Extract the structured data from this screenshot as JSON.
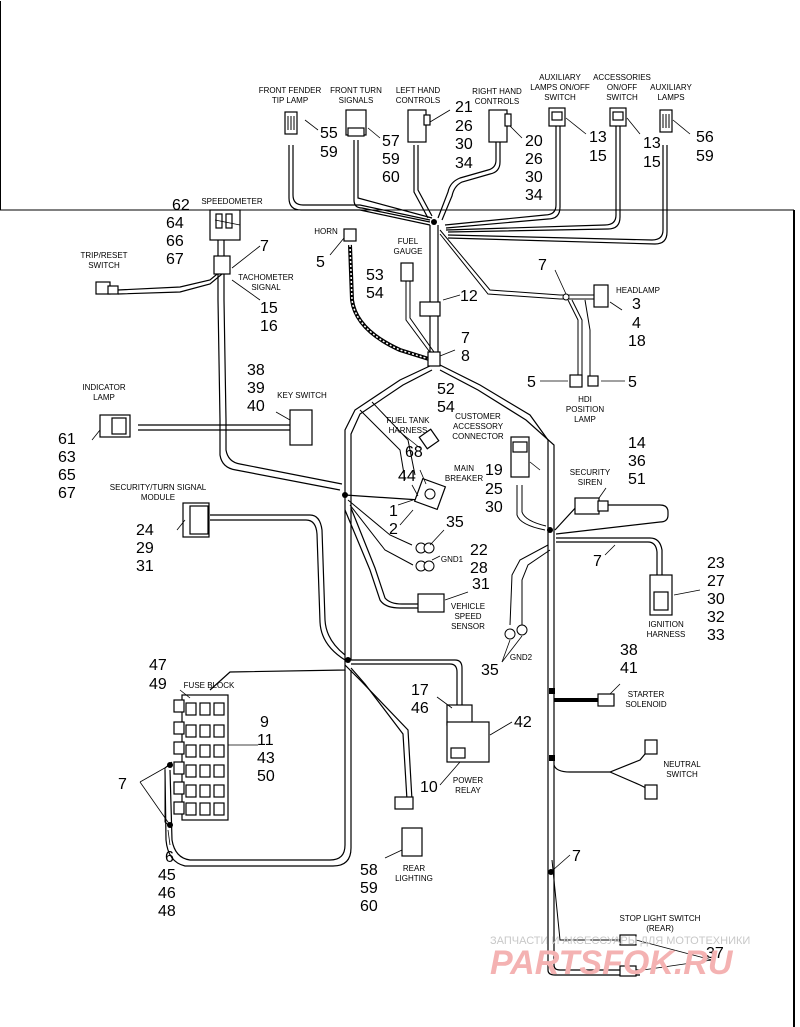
{
  "labels": {
    "front_fender_tip_lamp": [
      "FRONT FENDER",
      "TIP LAMP"
    ],
    "front_turn_signals": [
      "FRONT TURN",
      "SIGNALS"
    ],
    "left_hand_controls": [
      "LEFT HAND",
      "CONTROLS"
    ],
    "right_hand_controls": [
      "RIGHT HAND",
      "CONTROLS"
    ],
    "aux_lamps_switch": [
      "AUXILIARY",
      "LAMPS ON/OFF",
      "SWITCH"
    ],
    "accessories_switch": [
      "ACCESSORIES",
      "ON/OFF",
      "SWITCH"
    ],
    "auxiliary_lamps": [
      "AUXILIARY",
      "LAMPS"
    ],
    "speedometer": [
      "SPEEDOMETER"
    ],
    "trip_reset_switch": [
      "TRIP/RESET",
      "SWITCH"
    ],
    "tachometer_signal": [
      "TACHOMETER",
      "SIGNAL"
    ],
    "horn": [
      "HORN"
    ],
    "fuel_gauge": [
      "FUEL",
      "GAUGE"
    ],
    "headlamp": [
      "HEADLAMP"
    ],
    "hdi_position_lamp": [
      "HDI",
      "POSITION",
      "LAMP"
    ],
    "key_switch": [
      "KEY SWITCH"
    ],
    "indicator_lamp": [
      "INDICATOR",
      "LAMP"
    ],
    "fuel_tank_harness": [
      "FUEL TANK",
      "HARNESS"
    ],
    "customer_accessory_connector": [
      "CUSTOMER",
      "ACCESSORY",
      "CONNECTOR"
    ],
    "main_breaker": [
      "MAIN",
      "BREAKER"
    ],
    "security_siren": [
      "SECURITY",
      "SIREN"
    ],
    "security_turn_signal_module": [
      "SECURITY/TURN SIGNAL",
      "MODULE"
    ],
    "gnd1": [
      "GND1"
    ],
    "vehicle_speed_sensor": [
      "VEHICLE",
      "SPEED",
      "SENSOR"
    ],
    "ignition_harness": [
      "IGNITION",
      "HARNESS"
    ],
    "gnd2": [
      "GND2"
    ],
    "starter_solenoid": [
      "STARTER",
      "SOLENOID"
    ],
    "fuse_block": [
      "FUSE BLOCK"
    ],
    "power_relay": [
      "POWER",
      "RELAY"
    ],
    "neutral_switch": [
      "NEUTRAL",
      "SWITCH"
    ],
    "rear_lighting": [
      "REAR",
      "LIGHTING"
    ],
    "stop_light_switch": [
      "STOP LIGHT SWITCH",
      "(REAR)"
    ]
  },
  "callouts": {
    "ftl": [
      "55",
      "59"
    ],
    "fts": [
      "57",
      "59",
      "60"
    ],
    "lhc": [
      "21",
      "26",
      "30",
      "34"
    ],
    "rhc": [
      "20",
      "26",
      "30",
      "34"
    ],
    "als": [
      "13",
      "15"
    ],
    "acs": [
      "13",
      "15"
    ],
    "auxl": [
      "56",
      "59"
    ],
    "speedo": [
      "62",
      "64",
      "66",
      "67"
    ],
    "c7_speedo": [
      "7"
    ],
    "horn": [
      "5"
    ],
    "fuel_gauge": [
      "53",
      "54"
    ],
    "c7_top": [
      "7"
    ],
    "c12": [
      "12"
    ],
    "headlamp": [
      "3",
      "4",
      "18"
    ],
    "tach": [
      "15",
      "16"
    ],
    "c7_8": [
      "7",
      "8"
    ],
    "hdi_left": [
      "5"
    ],
    "hdi_right": [
      "5"
    ],
    "key_switch": [
      "38",
      "39",
      "40"
    ],
    "c52_54": [
      "52",
      "54"
    ],
    "indicator": [
      "61",
      "63",
      "65",
      "67"
    ],
    "siren": [
      "14",
      "36",
      "51"
    ],
    "c68": [
      "68"
    ],
    "c44": [
      "44"
    ],
    "cac": [
      "19",
      "25",
      "30"
    ],
    "c1_2": [
      "1",
      "2"
    ],
    "c35_top": [
      "35"
    ],
    "security_module": [
      "24",
      "29",
      "31"
    ],
    "gnd1": [
      "22",
      "28"
    ],
    "c7_siren": [
      "7"
    ],
    "ign": [
      "23",
      "27",
      "30",
      "32",
      "33"
    ],
    "vss": [
      "31"
    ],
    "gnd2": [
      "35"
    ],
    "starter": [
      "38",
      "41"
    ],
    "fuse_top": [
      "47",
      "49"
    ],
    "relay_top": [
      "17",
      "46"
    ],
    "relay_42": [
      "42"
    ],
    "fuse_right": [
      "9",
      "11",
      "43",
      "50"
    ],
    "c7_fuse": [
      "7"
    ],
    "relay_10": [
      "10"
    ],
    "c7_bottom": [
      "7"
    ],
    "fuse_bottom": [
      "6",
      "45",
      "46",
      "48"
    ],
    "rear": [
      "58",
      "59",
      "60"
    ],
    "stop": [
      "37"
    ]
  },
  "watermark": {
    "line1": "ЗАПЧАСТИ И АКСЕССУАРЫ ДЛЯ МОТОТЕХНИКИ",
    "line2": "PARTSFOK.RU"
  }
}
